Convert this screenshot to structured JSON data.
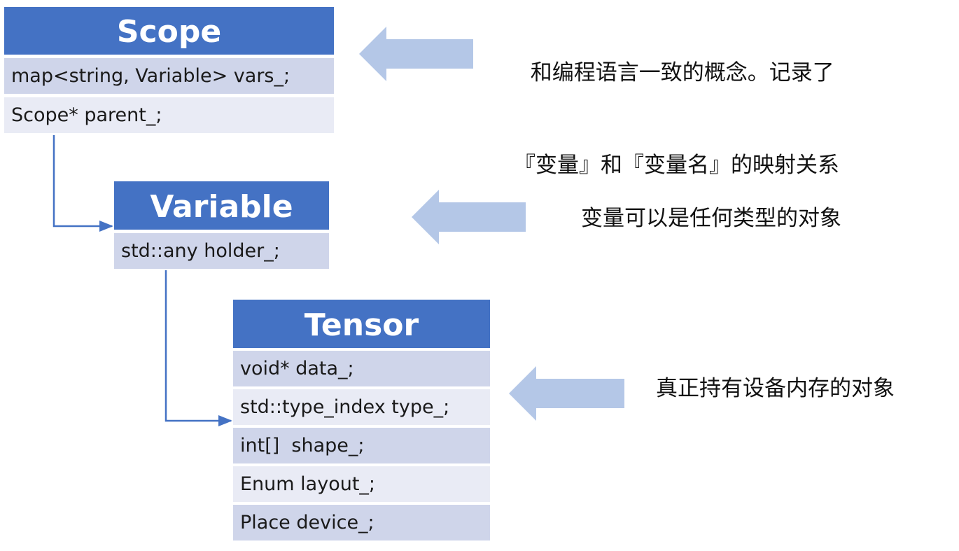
{
  "colors": {
    "header": "#4472c4",
    "row_dark": "#cfd5ea",
    "row_light": "#e9ebf5",
    "arrow": "#b4c7e7",
    "connector": "#4472c4"
  },
  "scope": {
    "title": "Scope",
    "fields": [
      "map<string, Variable> vars_;",
      "Scope* parent_;"
    ]
  },
  "variable": {
    "title": "Variable",
    "fields": [
      "std::any holder_;"
    ]
  },
  "tensor": {
    "title": "Tensor",
    "fields": [
      "void* data_;",
      "std::type_index type_;",
      "int[]  shape_;",
      "Enum layout_;",
      "Place device_;"
    ]
  },
  "notes": {
    "scope_line1": "和编程语言一致的概念。记录了",
    "scope_line2": "『变量』和『变量名』的映射关系",
    "variable": "变量可以是任何类型的对象",
    "tensor": "真正持有设备内存的对象"
  }
}
